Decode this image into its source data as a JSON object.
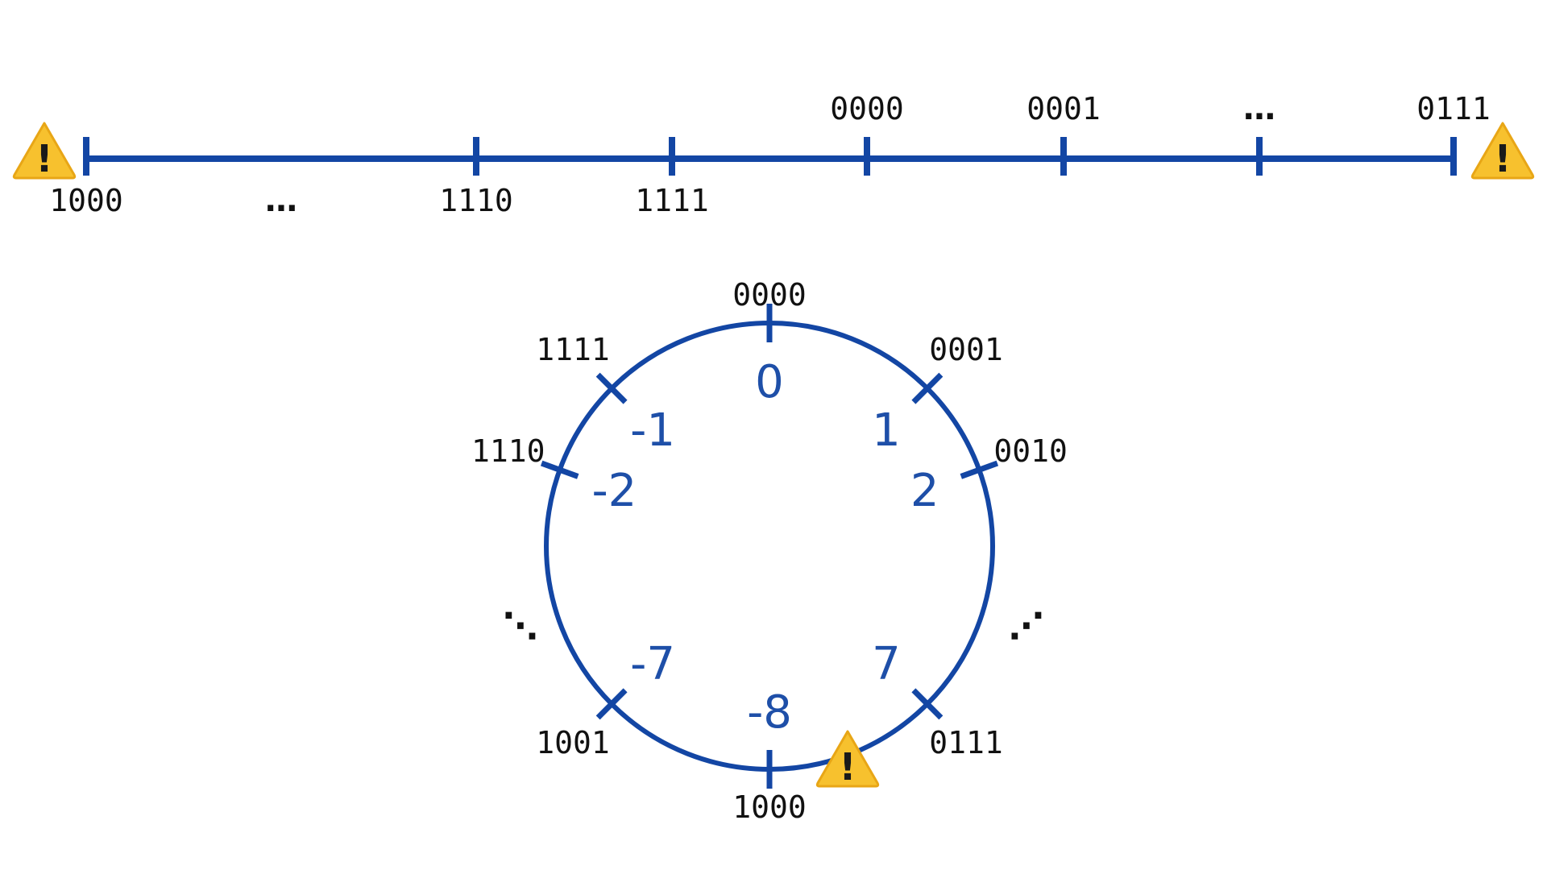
{
  "colors": {
    "line": "#1346a4",
    "decimal_text": "#1e4fa8",
    "label_text": "#111111",
    "warning_fill": "#f7c12e",
    "warning_edge": "#e8a616"
  },
  "icons": [
    "warning-icon"
  ],
  "number_line": {
    "ticks": [
      {
        "below": "1000",
        "above": ""
      },
      {
        "below": "…",
        "above": ""
      },
      {
        "below": "1110",
        "above": ""
      },
      {
        "below": "1111",
        "above": ""
      },
      {
        "below": "",
        "above": "0000"
      },
      {
        "below": "",
        "above": "0001"
      },
      {
        "below": "",
        "above": "…"
      },
      {
        "below": "",
        "above": "0111"
      }
    ],
    "warnings": [
      "left-end",
      "right-end"
    ]
  },
  "circle": {
    "positions": [
      {
        "binary": "0000",
        "decimal": "0"
      },
      {
        "binary": "0001",
        "decimal": "1"
      },
      {
        "binary": "0010",
        "decimal": "2"
      },
      {
        "binary": "0111",
        "decimal": "7"
      },
      {
        "binary": "1000",
        "decimal": "-8"
      },
      {
        "binary": "1001",
        "decimal": "-7"
      },
      {
        "binary": "1110",
        "decimal": "-2"
      },
      {
        "binary": "1111",
        "decimal": "-1"
      }
    ],
    "ellipsis_left": "⋱",
    "ellipsis_right": "⋰",
    "warning_between": [
      "0111",
      "1000"
    ]
  }
}
